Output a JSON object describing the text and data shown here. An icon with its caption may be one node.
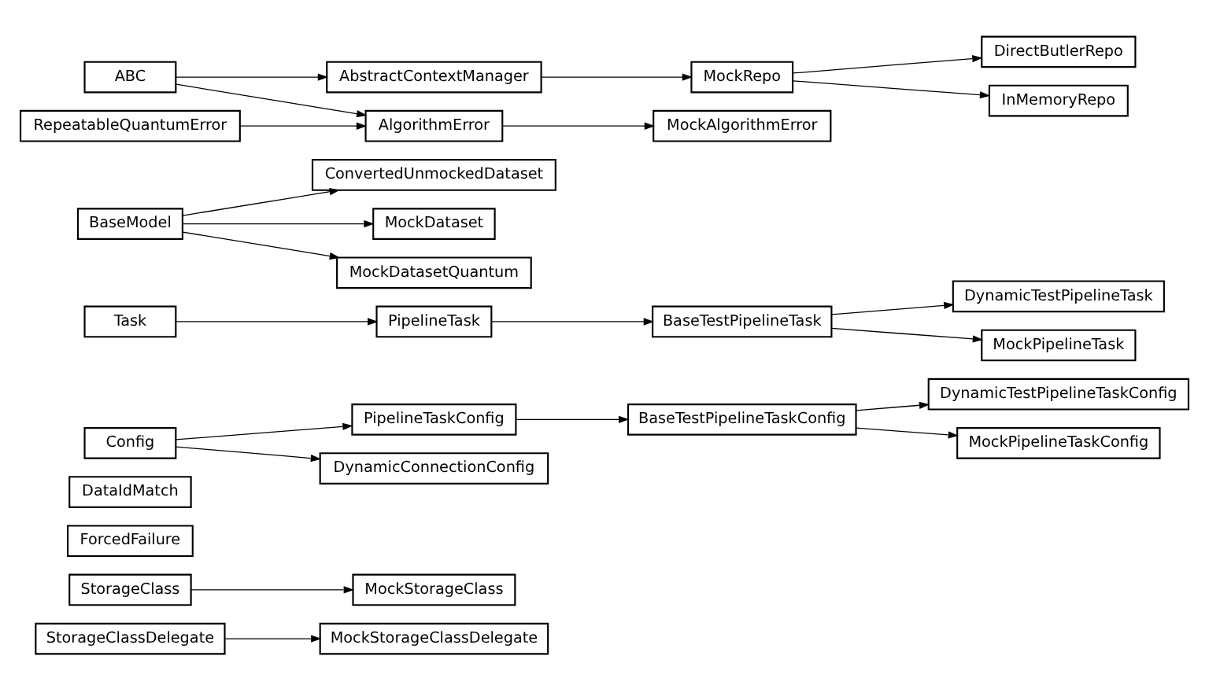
{
  "diagram": {
    "nodes": [
      {
        "text": [
          "StorageClassDelegate"
        ]
      },
      {
        "text": [
          "MockStorageClassDelegate"
        ]
      },
      {
        "text": [
          "StorageClass"
        ]
      },
      {
        "text": [
          "MockStorageClass"
        ]
      },
      {
        "text": [
          "ForcedFailure"
        ]
      },
      {
        "text": [
          "DataIdMatch"
        ]
      },
      {
        "text": [
          "DynamicTestPipelineTaskConfig"
        ]
      },
      {
        "text": [
          "PipelineTaskConfig"
        ]
      },
      {
        "text": [
          "BaseTestPipelineTaskConfig"
        ]
      },
      {
        "text": [
          "MockPipelineTaskConfig"
        ]
      },
      {
        "text": [
          "Config"
        ]
      },
      {
        "text": [
          "DynamicConnectionConfig"
        ]
      },
      {
        "text": [
          "DynamicTestPipelineTask"
        ]
      },
      {
        "text": [
          "Task"
        ]
      },
      {
        "text": [
          "PipelineTask"
        ]
      },
      {
        "text": [
          "BaseTestPipelineTask"
        ]
      },
      {
        "text": [
          "MockPipelineTask"
        ]
      },
      {
        "text": [
          "ConvertedUnmockedDataset"
        ]
      },
      {
        "text": [
          "BaseModel"
        ]
      },
      {
        "text": [
          "MockDataset"
        ]
      },
      {
        "text": [
          "MockDatasetQuantum"
        ]
      },
      {
        "text": [
          "DirectButlerRepo"
        ]
      },
      {
        "text": [
          "ABC"
        ]
      },
      {
        "text": [
          "AbstractContextManager"
        ]
      },
      {
        "text": [
          "MockRepo"
        ]
      },
      {
        "text": [
          "InMemoryRepo"
        ]
      },
      {
        "text": [
          "RepeatableQuantumError"
        ]
      },
      {
        "text": [
          "AlgorithmError"
        ]
      },
      {
        "text": [
          "MockAlgorithmError"
        ]
      }
    ],
    "edges": [
      {
        "from": 0,
        "to": 1,
        "arrow": "to"
      },
      {
        "from": 2,
        "to": 3,
        "arrow": "to"
      },
      {
        "from": 7,
        "to": 8,
        "arrow": "to"
      },
      {
        "from": 8,
        "to": 6,
        "arrow": "to"
      },
      {
        "from": 8,
        "to": 9,
        "arrow": "to"
      },
      {
        "from": 10,
        "to": 7,
        "arrow": "to"
      },
      {
        "from": 10,
        "to": 11,
        "arrow": "to"
      },
      {
        "from": 13,
        "to": 14,
        "arrow": "to"
      },
      {
        "from": 14,
        "to": 15,
        "arrow": "to"
      },
      {
        "from": 15,
        "to": 12,
        "arrow": "to"
      },
      {
        "from": 15,
        "to": 16,
        "arrow": "to"
      },
      {
        "from": 18,
        "to": 17,
        "arrow": "to"
      },
      {
        "from": 18,
        "to": 19,
        "arrow": "to"
      },
      {
        "from": 18,
        "to": 20,
        "arrow": "to"
      },
      {
        "from": 22,
        "to": 23,
        "arrow": "to"
      },
      {
        "from": 22,
        "to": 27,
        "arrow": "to"
      },
      {
        "from": 23,
        "to": 24,
        "arrow": "to"
      },
      {
        "from": 24,
        "to": 21,
        "arrow": "to"
      },
      {
        "from": 24,
        "to": 25,
        "arrow": "to"
      },
      {
        "from": 26,
        "to": 27,
        "arrow": "to"
      },
      {
        "from": 27,
        "to": 28,
        "arrow": "to"
      }
    ]
  }
}
